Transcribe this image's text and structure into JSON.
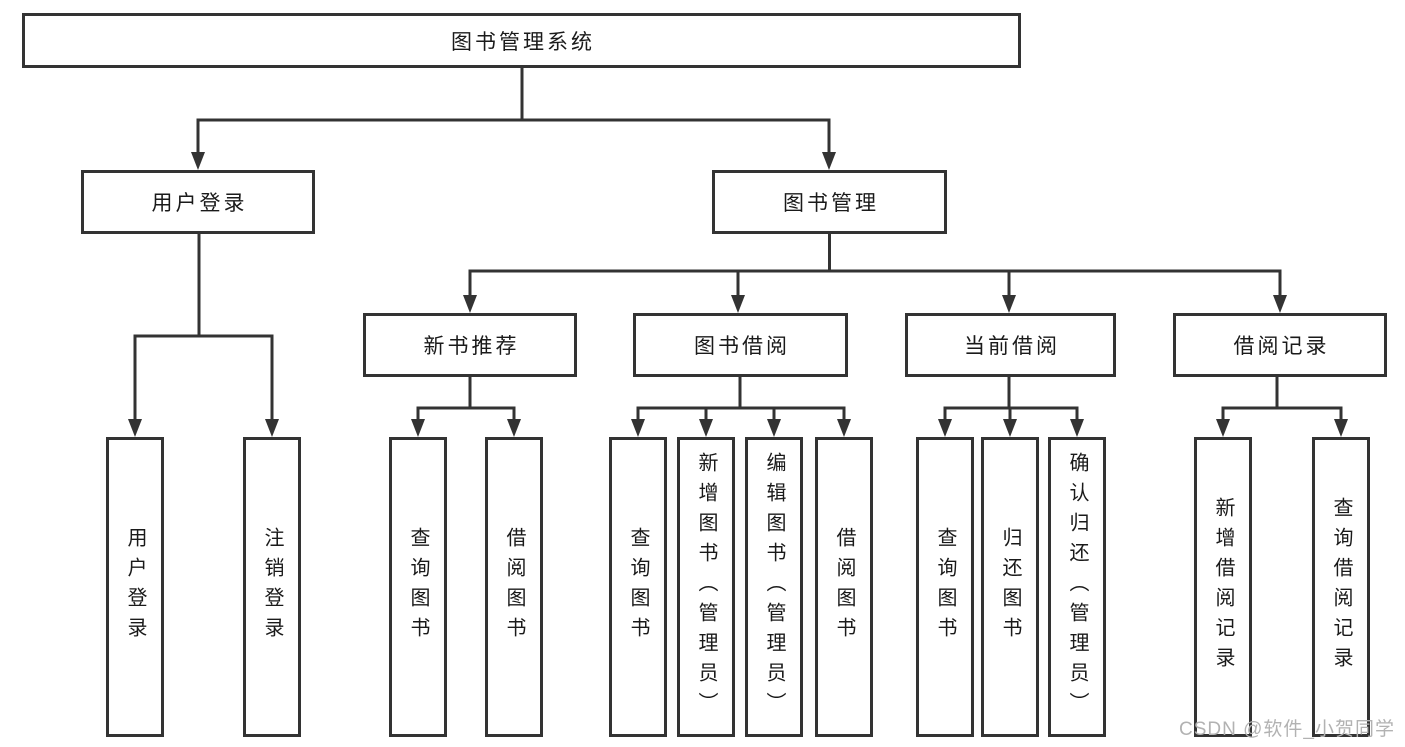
{
  "diagram": {
    "title": "图书管理系统",
    "level2": [
      {
        "label": "用户登录"
      },
      {
        "label": "图书管理"
      }
    ],
    "level3": [
      {
        "label": "新书推荐"
      },
      {
        "label": "图书借阅"
      },
      {
        "label": "当前借阅"
      },
      {
        "label": "借阅记录"
      }
    ],
    "leaves": {
      "user_login": [
        "用户登录",
        "注销登录"
      ],
      "new_book_recommend": [
        "查询图书",
        "借阅图书"
      ],
      "book_borrow": [
        "查询图书",
        "新增图书（管理员）",
        "编辑图书（管理员）",
        "借阅图书"
      ],
      "current_borrow": [
        "查询图书",
        "归还图书",
        "确认归还（管理员）"
      ],
      "borrow_records": [
        "新增借阅记录",
        "查询借阅记录"
      ]
    },
    "colors": {
      "line": "#333333",
      "text": "#1a1a1a",
      "background": "#ffffff",
      "watermark": "#b2b2b2"
    },
    "watermark": "CSDN @软件_小贺同学"
  }
}
